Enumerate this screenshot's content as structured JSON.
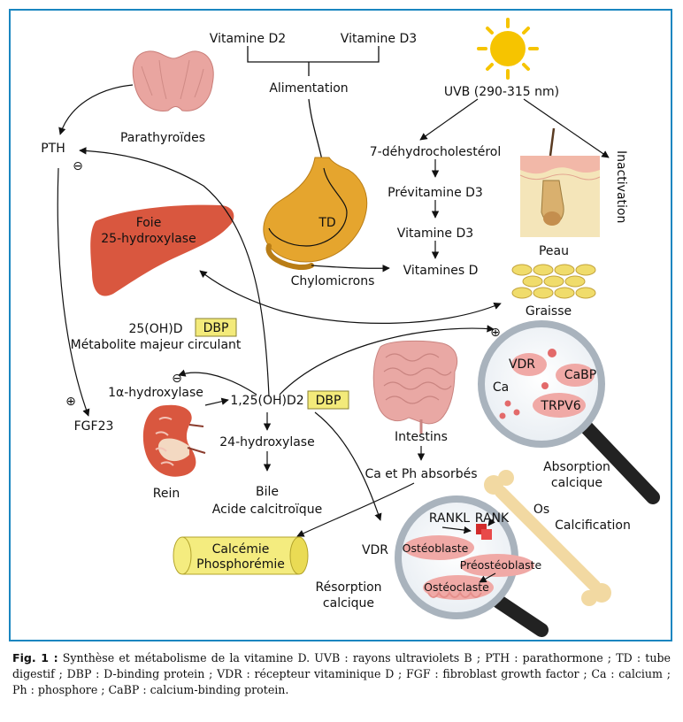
{
  "labels": {
    "vitd2": "Vitamine D2",
    "vitd3_top": "Vitamine D3",
    "alimentation": "Alimentation",
    "uvb": "UVB (290-315 nm)",
    "pth": "PTH",
    "parathyroides": "Parathyroïdes",
    "dehydro": "7-déhydrocholestérol",
    "inactivation": "Inactivation",
    "previtamine": "Prévitamine D3",
    "vitamine_d3": "Vitamine D3",
    "peau": "Peau",
    "td": "TD",
    "foie": "Foie",
    "hydroxylase25": "25-hydroxylase",
    "chylomicrons": "Chylomicrons",
    "vitamines_d": "Vitamines D",
    "graisse": "Graisse",
    "ohd25": "25(OH)D",
    "dbp1": "DBP",
    "metabolite": "Métabolite majeur circulant",
    "hydroxylase1a": "1α-hydroxylase",
    "ohd2_125": "1,25(OH)D2",
    "dbp2": "DBP",
    "fgf23": "FGF23",
    "hydroxylase24": "24-hydroxylase",
    "rein": "Rein",
    "bile": "Bile",
    "acide": "Acide calcitroïque",
    "intestins": "Intestins",
    "ca_ph": "Ca et Ph absorbés",
    "vdr_main": "VDR",
    "calcemie": "Calcémie",
    "phosphoremie": "Phosphorémie",
    "resorption1": "Résorption",
    "resorption2": "calcique",
    "absorption1": "Absorption",
    "absorption2": "calcique",
    "os": "Os",
    "calcification": "Calcification",
    "vdr_lens": "VDR",
    "cabp": "CaBP",
    "ca": "Ca",
    "trpv6": "TRPV6",
    "rankl": "RANKL",
    "rank": "RANK",
    "osteoblaste": "Ostéoblaste",
    "preosteoblaste": "Préostéoblaste",
    "osteoclaste": "Ostéoclaste",
    "minus1": "⊖",
    "minus2": "⊖",
    "plus1": "⊕",
    "plus2": "⊕"
  },
  "caption": {
    "fig": "Fig. 1 :",
    "text": "Synthèse et métabolisme de la vitamine D. UVB : rayons ultraviolets B ; PTH : parathormone ; TD : tube digestif ; DBP : D-binding protein ; VDR : récepteur vitaminique D ; FGF : fibroblast growth factor ; Ca : calcium ; Ph : phosphore ; CaBP : calcium-binding protein."
  },
  "colors": {
    "frame": "#1a86c0",
    "dbp_fill": "#f3ea7a",
    "liver": "#d9573f",
    "sun": "#f6c400",
    "cell_pink": "#f0a9a6"
  }
}
